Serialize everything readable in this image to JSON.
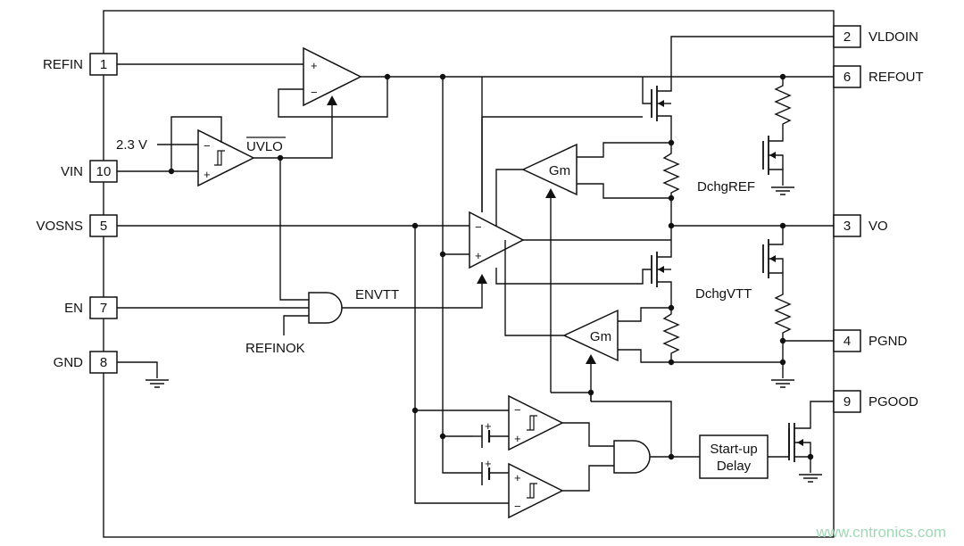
{
  "pins_left": [
    {
      "num": "1",
      "name": "REFIN"
    },
    {
      "num": "10",
      "name": "VIN"
    },
    {
      "num": "5",
      "name": "VOSNS"
    },
    {
      "num": "7",
      "name": "EN"
    },
    {
      "num": "8",
      "name": "GND"
    }
  ],
  "pins_right": [
    {
      "num": "2",
      "name": "VLDOIN"
    },
    {
      "num": "6",
      "name": "REFOUT"
    },
    {
      "num": "3",
      "name": "VO"
    },
    {
      "num": "4",
      "name": "PGND"
    },
    {
      "num": "9",
      "name": "PGOOD"
    }
  ],
  "labels": {
    "vref": "2.3 V",
    "uvlo": "UVLO",
    "envtt": "ENVTT",
    "refinok": "REFINOK",
    "dchgref": "DchgREF",
    "dchgvtt": "DchgVTT",
    "gm_top": "Gm",
    "gm_bottom": "Gm",
    "startup_line1": "Start-up",
    "startup_line2": "Delay",
    "plus": "+",
    "minus": "−"
  },
  "watermark": "www.cntronics.com"
}
